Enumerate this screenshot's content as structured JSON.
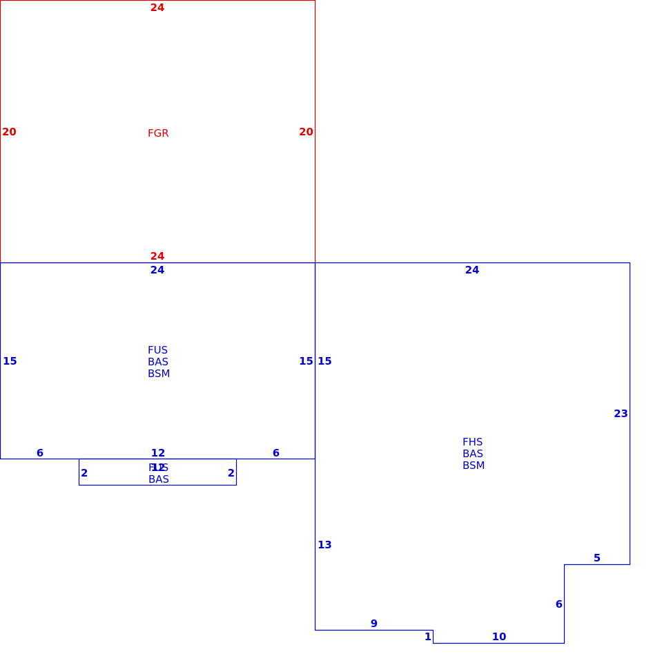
{
  "colors": {
    "garage": "#e00000",
    "living": "#0000cc",
    "background": "#ffffff"
  },
  "areas": {
    "garage": {
      "codes": [
        "FGR"
      ],
      "dims": {
        "top": "24",
        "left": "20",
        "right": "20",
        "bottom": "24"
      }
    },
    "main": {
      "codes": [
        "FUS",
        "BAS",
        "BSM"
      ],
      "dims": {
        "top": "24",
        "left": "15",
        "right": "15",
        "bottom_left": "6",
        "bottom_mid": "12",
        "bottom_right": "6"
      }
    },
    "bump": {
      "codes": [
        "FUS",
        "BAS"
      ],
      "dims": {
        "left": "2",
        "right": "2",
        "bottom": "12"
      }
    },
    "wing": {
      "codes": [
        "FHS",
        "BAS",
        "BSM"
      ],
      "dims": {
        "top": "24",
        "left": "15",
        "right": "23",
        "lower_left": "13",
        "step_right": "5",
        "step_down": "6",
        "bottom_left": "9",
        "notch": "1",
        "bottom_right": "10"
      }
    }
  }
}
